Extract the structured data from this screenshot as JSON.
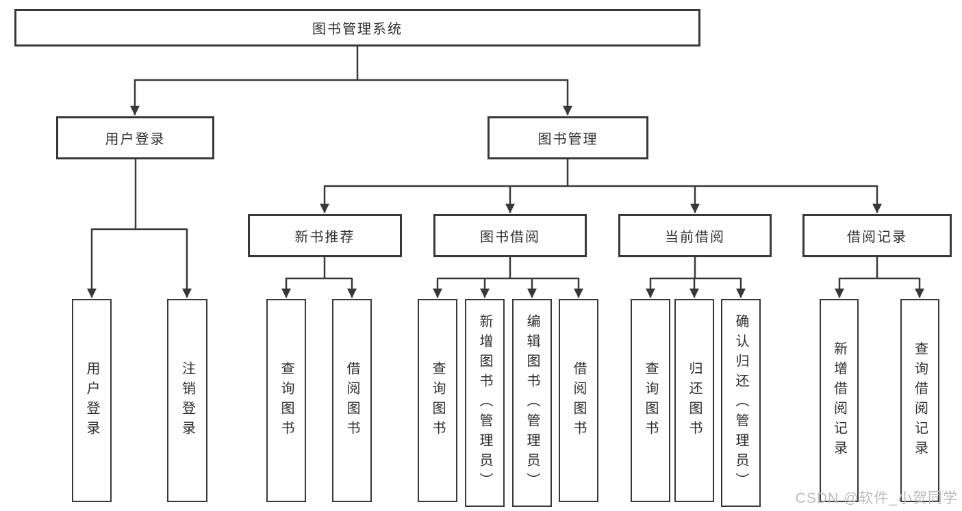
{
  "tree": {
    "root": "图书管理系统",
    "branches": [
      {
        "label": "用户登录",
        "children": [
          "用户登录",
          "注销登录"
        ]
      },
      {
        "label": "图书管理",
        "groups": [
          {
            "label": "新书推荐",
            "children": [
              "查询图书",
              "借阅图书"
            ]
          },
          {
            "label": "图书借阅",
            "children": [
              "查询图书",
              "新增图书（管理员）",
              "编辑图书（管理员）",
              "借阅图书"
            ]
          },
          {
            "label": "当前借阅",
            "children": [
              "查询图书",
              "归还图书",
              "确认归还（管理员）"
            ]
          },
          {
            "label": "借阅记录",
            "children": [
              "新增借阅记录",
              "查询借阅记录"
            ]
          }
        ]
      }
    ]
  },
  "watermark": {
    "text": "CSDN @软件_小贺同学"
  },
  "colors": {
    "background": "#ffffff",
    "line": "#383838",
    "box_border": "#383838",
    "text": "#2e2e2e",
    "watermark": "#bcbcbc"
  }
}
